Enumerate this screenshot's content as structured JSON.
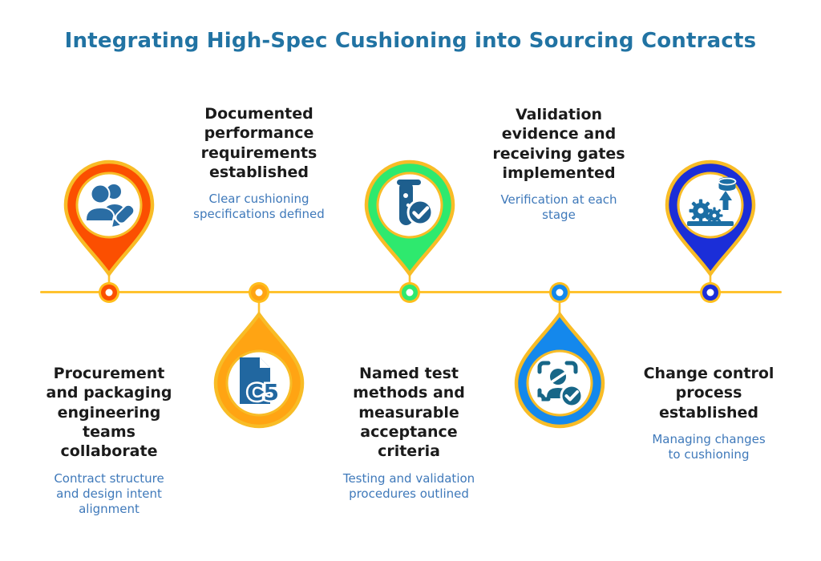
{
  "title": {
    "text": "Integrating High-Spec Cushioning into Sourcing Contracts",
    "color": "#2173A3"
  },
  "timeline": {
    "accent_gold": "#FFC22E",
    "node_count": 5
  },
  "text_colors": {
    "heading": "#1b1b1b",
    "subheading": "#3F79BA"
  },
  "milestones": [
    {
      "position": "above",
      "color": "#FB4F01",
      "icon": "team-edit-icon",
      "icon_color": "#2A6DA4",
      "heading": "Procurement\nand packaging\nengineering\nteams\ncollaborate",
      "subheading": "Contract structure\nand design intent\nalignment"
    },
    {
      "position": "below",
      "color": "#FFA413",
      "icon": "document-c5-icon",
      "icon_color": "#2167A0",
      "icon_label": "C5",
      "heading": "Documented\nperformance\nrequirements\nestablished",
      "subheading": "Clear cushioning\nspecifications defined"
    },
    {
      "position": "above",
      "color": "#2EE96E",
      "icon": "test-tube-check-icon",
      "icon_color": "#1E5F8E",
      "heading": "Named test\nmethods and\nmeasurable\nacceptance\ncriteria",
      "subheading": "Testing and validation\nprocedures outlined"
    },
    {
      "position": "below",
      "color": "#1488EC",
      "icon": "person-verify-scan-icon",
      "icon_color": "#176687",
      "heading": "Validation\nevidence and\nreceiving gates\nimplemented",
      "subheading": "Verification at each\nstage"
    },
    {
      "position": "above",
      "color": "#1B2ED8",
      "icon": "process-improvement-icon",
      "icon_color": "#1C6EA4",
      "heading": "Change control\nprocess\nestablished",
      "subheading": "Managing changes\nto cushioning"
    }
  ]
}
